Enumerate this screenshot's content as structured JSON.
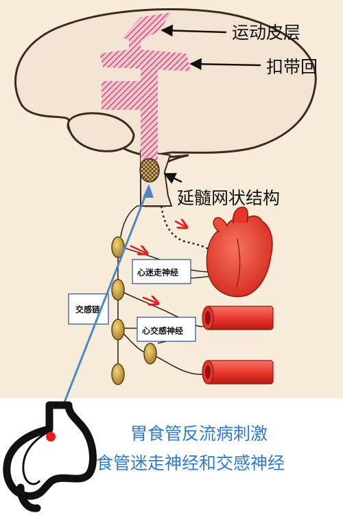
{
  "labels": {
    "motor_cortex": "运动皮层",
    "cingulate_gyrus": "扣带回",
    "medulla_reticular": "延髓网状结构",
    "cardiac_vagus": "心迷走神经",
    "sympathetic_chain": "交感链",
    "cardiac_sympathetic": "心交感神经"
  },
  "caption": {
    "line1": "胃食管反流病刺激",
    "line2": "食管迷走神经和交感神经"
  },
  "colors": {
    "background_top": "#f7ecd9",
    "brain_fill": "#f3e3d3",
    "hatch": "#c2506e",
    "nerve_ganglion": "#c9a23c",
    "organ_red": "#e8342a",
    "arrow_blue": "#4a86c8",
    "caption_blue": "#2f7bc8"
  }
}
